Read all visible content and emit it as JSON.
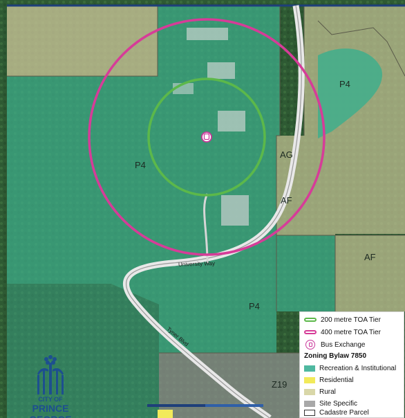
{
  "map": {
    "zones": [
      {
        "label": "P4"
      },
      {
        "label": "P4"
      },
      {
        "label": "AG"
      },
      {
        "label": "AF"
      },
      {
        "label": "AF"
      },
      {
        "label": "P4"
      },
      {
        "label": "Z19"
      }
    ],
    "roads": [
      {
        "label": "University Way"
      },
      {
        "label": "Tyner Blvd"
      }
    ],
    "colors": {
      "recreation_institutional": "#4fb8a0",
      "residential": "#f2ea5a",
      "rural": "#d9d7a8",
      "site_specific": "#a8a8a8",
      "tier_200": "#5cb84a",
      "tier_400": "#d63c98"
    }
  },
  "legend": {
    "tier_200": "200 metre TOA Tier",
    "tier_400": "400 metre TOA Tier",
    "bus_exchange": "Bus Exchange",
    "zoning_title": "Zoning Bylaw 7850",
    "items": [
      {
        "label": "Recreation & Institutional",
        "color": "#4fb8a0"
      },
      {
        "label": "Residential",
        "color": "#f2ea5a"
      },
      {
        "label": "Rural",
        "color": "#d9d7a8"
      },
      {
        "label": "Site Specific",
        "color": "#a8a8a8"
      },
      {
        "label": "Cadastre Parcel",
        "color": "#ffffff"
      }
    ]
  },
  "logo": {
    "line1": "CITY OF",
    "line2": "PRINCE GEORGE"
  },
  "icons": [
    "bus-exchange-icon",
    "city-logo-icon"
  ]
}
